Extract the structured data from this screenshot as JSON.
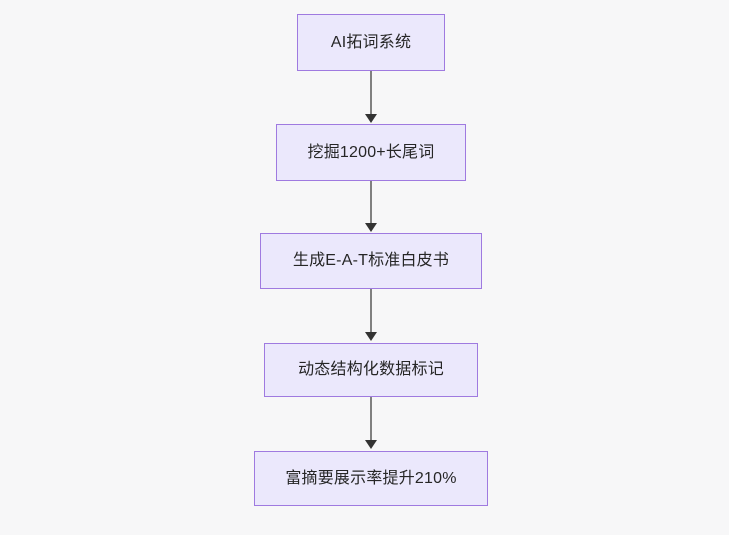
{
  "chart_data": {
    "type": "diagram",
    "diagram_type": "flowchart",
    "orientation": "top-to-bottom",
    "title": "",
    "background_color": "#f7f7f8",
    "node_fill_color": "#ebe8fc",
    "node_border_color": "#9f7ae0",
    "node_text_color": "#262626",
    "connector_color": "#808080",
    "arrowhead_color": "#333333",
    "nodes": [
      {
        "id": "n1",
        "label": "AI拓词系统"
      },
      {
        "id": "n2",
        "label": "挖掘1200+长尾词"
      },
      {
        "id": "n3",
        "label": "生成E-A-T标准白皮书"
      },
      {
        "id": "n4",
        "label": "动态结构化数据标记"
      },
      {
        "id": "n5",
        "label": "富摘要展示率提升210%"
      }
    ],
    "edges": [
      {
        "from": "n1",
        "to": "n2",
        "label": "",
        "arrow": "arrow-down-icon"
      },
      {
        "from": "n2",
        "to": "n3",
        "label": "",
        "arrow": "arrow-down-icon"
      },
      {
        "from": "n3",
        "to": "n4",
        "label": "",
        "arrow": "arrow-down-icon"
      },
      {
        "from": "n4",
        "to": "n5",
        "label": "",
        "arrow": "arrow-down-icon"
      }
    ]
  }
}
